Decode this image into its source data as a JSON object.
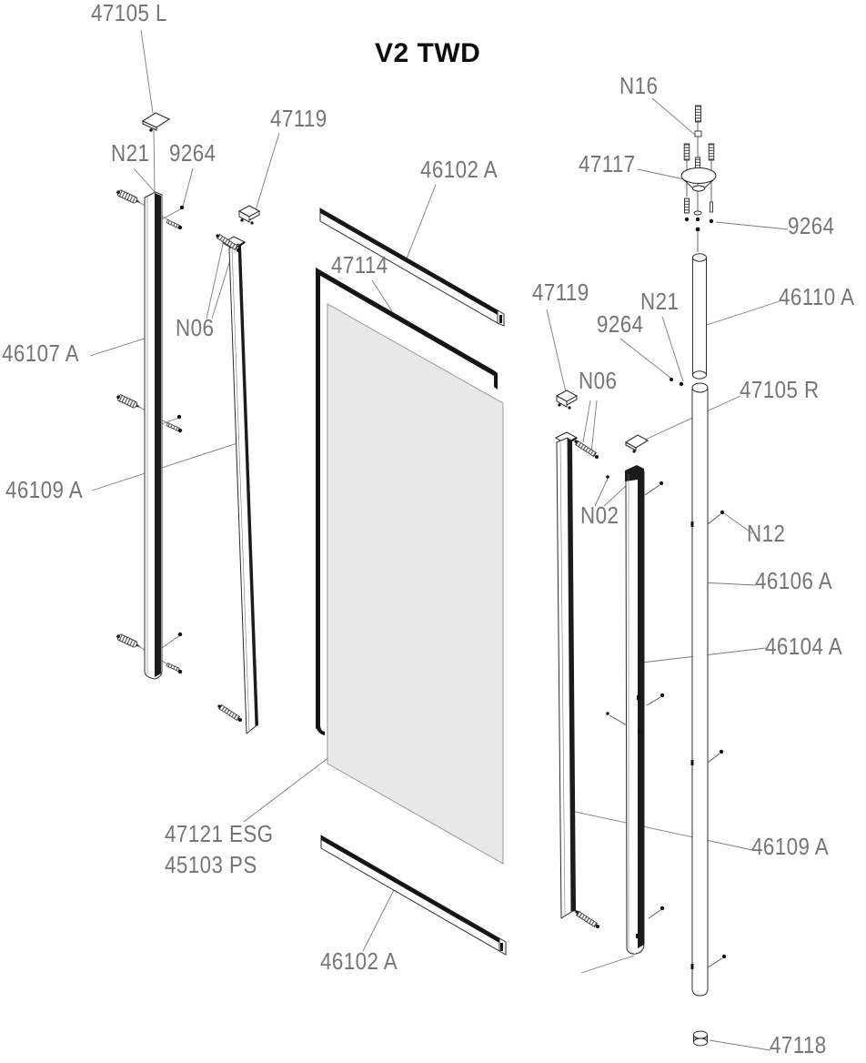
{
  "title": "V2 TWD",
  "colors": {
    "label": "#757575",
    "outline": "#2b2b2b",
    "dark_fill": "#1b1b1b",
    "glass": "#e8e8e8",
    "leader": "#7a7a7a"
  },
  "labels": {
    "cap_left": "47105 L",
    "n21_left": "N21",
    "screw_9264_left": "9264",
    "clip_left": "47119",
    "rail_top": "46102 A",
    "seal_top": "47114",
    "wall_profile_left": "46107 A",
    "n06_left": "N06",
    "cover_profile_left": "46109 A",
    "glass_line1": "47121 ESG",
    "glass_line2": "45103 PS",
    "rail_bottom": "46102 A",
    "n16": "N16",
    "flange": "47117",
    "screw_9264_top_right": "9264",
    "tube_upper": "46110 A",
    "clip_right": "47119",
    "n21_right": "N21",
    "screw_9264_mid_right": "9264",
    "n06_right": "N06",
    "cap_right": "47105 R",
    "n02": "N02",
    "n12": "N12",
    "tube_lower": "46106 A",
    "wall_profile_right": "46104 A",
    "cover_profile_right": "46109 A",
    "foot": "47118"
  }
}
